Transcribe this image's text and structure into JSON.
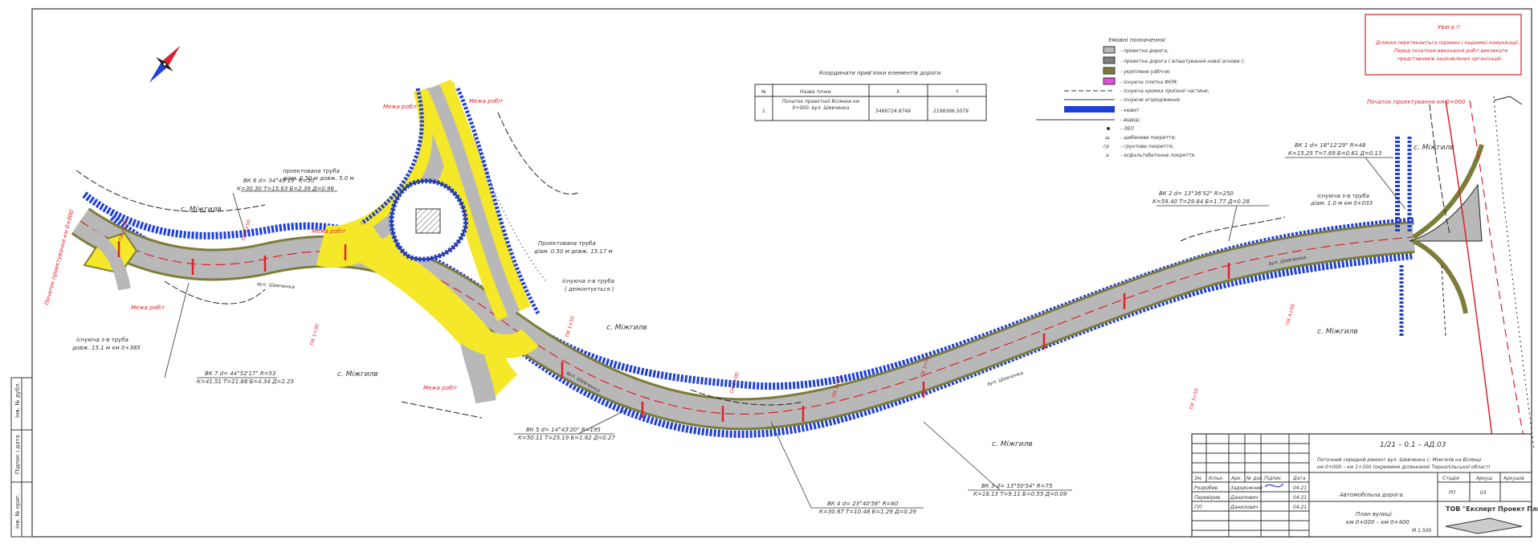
{
  "warning": {
    "title": "Увага !!",
    "text": [
      "Ділянки перетинаються підземні і надземні комунікації.",
      "Перед початком виконання робіт викликати",
      "представників зацікавлених організацій."
    ]
  },
  "legend": {
    "title": "Умовні позначення:",
    "items": [
      {
        "label": "- проектна дорога;",
        "icon": "grey-fill"
      },
      {
        "label": "- проектна дорога ( влаштування нової основи );",
        "icon": "dark-grey-fill"
      },
      {
        "label": "- укріплене узбіччя;",
        "icon": "olive-fill"
      },
      {
        "label": "- існуюча плитка ФЄМ;",
        "icon": "magenta-fill"
      },
      {
        "label": "- існуюча кромка проїзної частини;",
        "icon": "dashed-line"
      },
      {
        "label": "- існуюче огородження;",
        "icon": "fence-line"
      },
      {
        "label": "- кювет",
        "icon": "blue-ditch"
      },
      {
        "label": "- відвід;",
        "icon": "tick-line"
      },
      {
        "label": "- ЛЕП",
        "icon": "dot-symbol"
      },
      {
        "label": "- щебеневе покриття;",
        "code": "щ"
      },
      {
        "label": "- грунтове покриття;",
        "code": "гр"
      },
      {
        "label": "- асфальтобетонне покриття.",
        "code": "а"
      }
    ]
  },
  "coords": {
    "title": "Координати прив'язки елементів дороги",
    "headers": [
      "№",
      "Назва точки",
      "X",
      "Y"
    ],
    "rows": [
      [
        "1",
        "Початок проектної Вілянки км 0+000, вул. Шевченка",
        "5486724.8748",
        "2198366.5079"
      ]
    ]
  },
  "labels": {
    "village": "с. Міжгилв",
    "street": "вул. Шевченка",
    "mezha": "Межа робіт",
    "start_design": "Початок проектування км 0+000",
    "pipe_proj_1": [
      "проектована труба",
      "діам. 0.50 м  довж. 5.0 м"
    ],
    "pipe_proj_2": [
      "Проектована труба",
      "діам. 0.50 м  довж. 15.17 м"
    ],
    "pipe_exist_1": [
      "існуюча з-в труба",
      "( демонтується )"
    ],
    "pipe_exist_2": [
      "існуюча з-в труба",
      "діам. 1.0 м  км 0+033"
    ],
    "pipe_exist_3": [
      "існуюча з-в труба",
      "довж. 15.1 м  км 0+385"
    ],
    "red_start": "Початок проектування км 0+000",
    "curves": [
      [
        "ВК 1  d= 18°12'29\"  R=48",
        "К=15.25  Т=7.69  Б=0.61  Д=0.13"
      ],
      [
        "ВК 2  d= 13°36'52\"  R=250",
        "К=59.40  Т=29.84  Б=1.77  Д=0.28"
      ],
      [
        "ВК 6  d= 34°43'19\"  R=50",
        "К=30.30  Т=15.63  Б=2.39  Д=0.96"
      ],
      [
        "ВК 5  d= 14°43'20\"  R=195",
        "К=50.11  Т=25.19  Б=1.62  Д=0.27"
      ],
      [
        "ВК 7  d= 44°52'17\"  R=53",
        "К=41.51  Т=21.88  Б=4.34  Д=2.25"
      ],
      [
        "ВК 4  d= 23°40'56\"  R=60",
        "К=30.67  Т=10.48  Б=1.29  Д=0.29"
      ],
      [
        "ВК 3  d= 13°50'54\"  R=75",
        "К=18.13  Т=9.11  Б=0.55  Д=0.09"
      ]
    ],
    "pk": [
      "ПК 0+00",
      "ПК 0+50",
      "ПК 1+00",
      "ПК 1+50",
      "ПК 2+00",
      "ПК 2+50",
      "ПК 3+00",
      "ПК 3+50",
      "ПК 4+00"
    ]
  },
  "stamp": {
    "code": "1/21 – 0.1 – АД.03",
    "project": [
      "Поточний середній ремонт вул. Шевченка  с. Міжгилв на Вілянці",
      "км 0+000 – км 1+100 (окремими ділянками)  Тернопільської області"
    ],
    "section": "Автомобільна дорога",
    "sheet_title": [
      "План вулиці",
      "км 0+000 – км 0+400"
    ],
    "company": "ТОВ \"Експерт Проект Плюс\"",
    "scale": "М 1:500",
    "stage": "РП",
    "sheet": "03",
    "head_cols": [
      "Зм.",
      "Кільк.",
      "Арк.",
      "№ док.",
      "Підпис",
      "Дата"
    ],
    "people": [
      {
        "role": "Розробив",
        "name": "Задорожний",
        "date": "04.21"
      },
      {
        "role": "Перевірив",
        "name": "Данилович",
        "date": "04.21"
      },
      {
        "role": "ГІП",
        "name": "Данилович",
        "date": "04.21"
      }
    ],
    "stage_head": [
      "Стадія",
      "Аркуш",
      "Аркушів"
    ]
  },
  "side_stamp": [
    "Інв. № дубл.",
    "Підпис і дата",
    "Інв. № ориг."
  ],
  "colors": {
    "road": "#b8b8b8",
    "road_dark": "#9a9a9a",
    "shoulder": "#7d7d3a",
    "yellow": "#f5e829",
    "ditch": "#1f3fd8",
    "red": "#e0202a"
  }
}
